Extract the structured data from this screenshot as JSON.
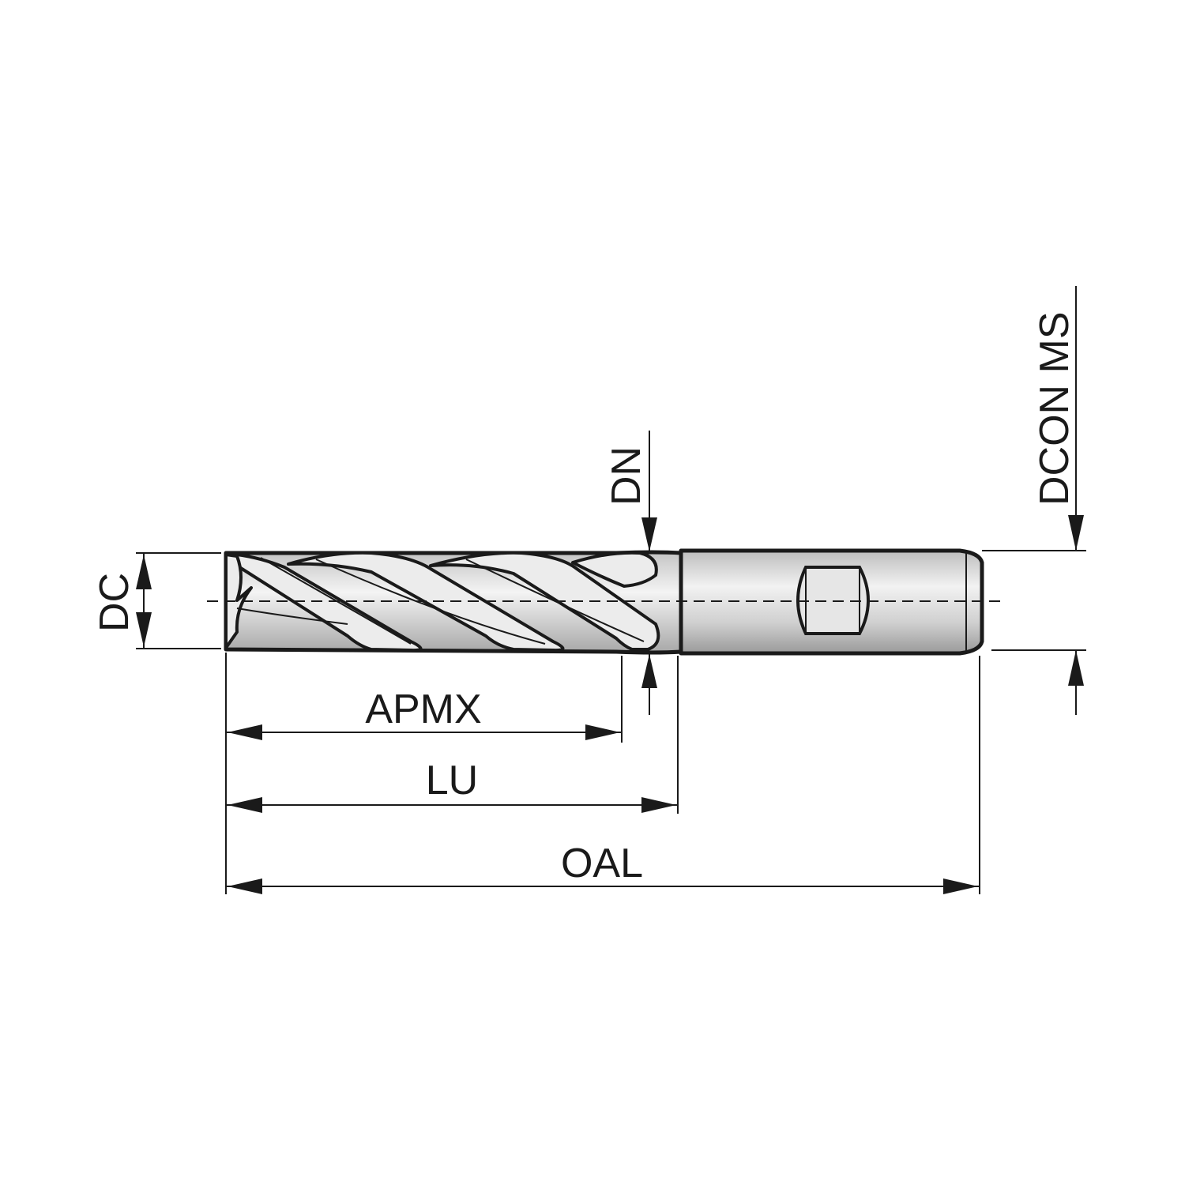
{
  "diagram": {
    "labels": {
      "dc": "DC",
      "dn": "DN",
      "dcon_ms": "DCON MS",
      "apmx": "APMX",
      "lu": "LU",
      "oal": "OAL"
    },
    "colors": {
      "ink": "#1a1a1a",
      "tool_fill": "#d8d8d8",
      "flute_fill": "#ececec",
      "background": "#ffffff"
    }
  }
}
